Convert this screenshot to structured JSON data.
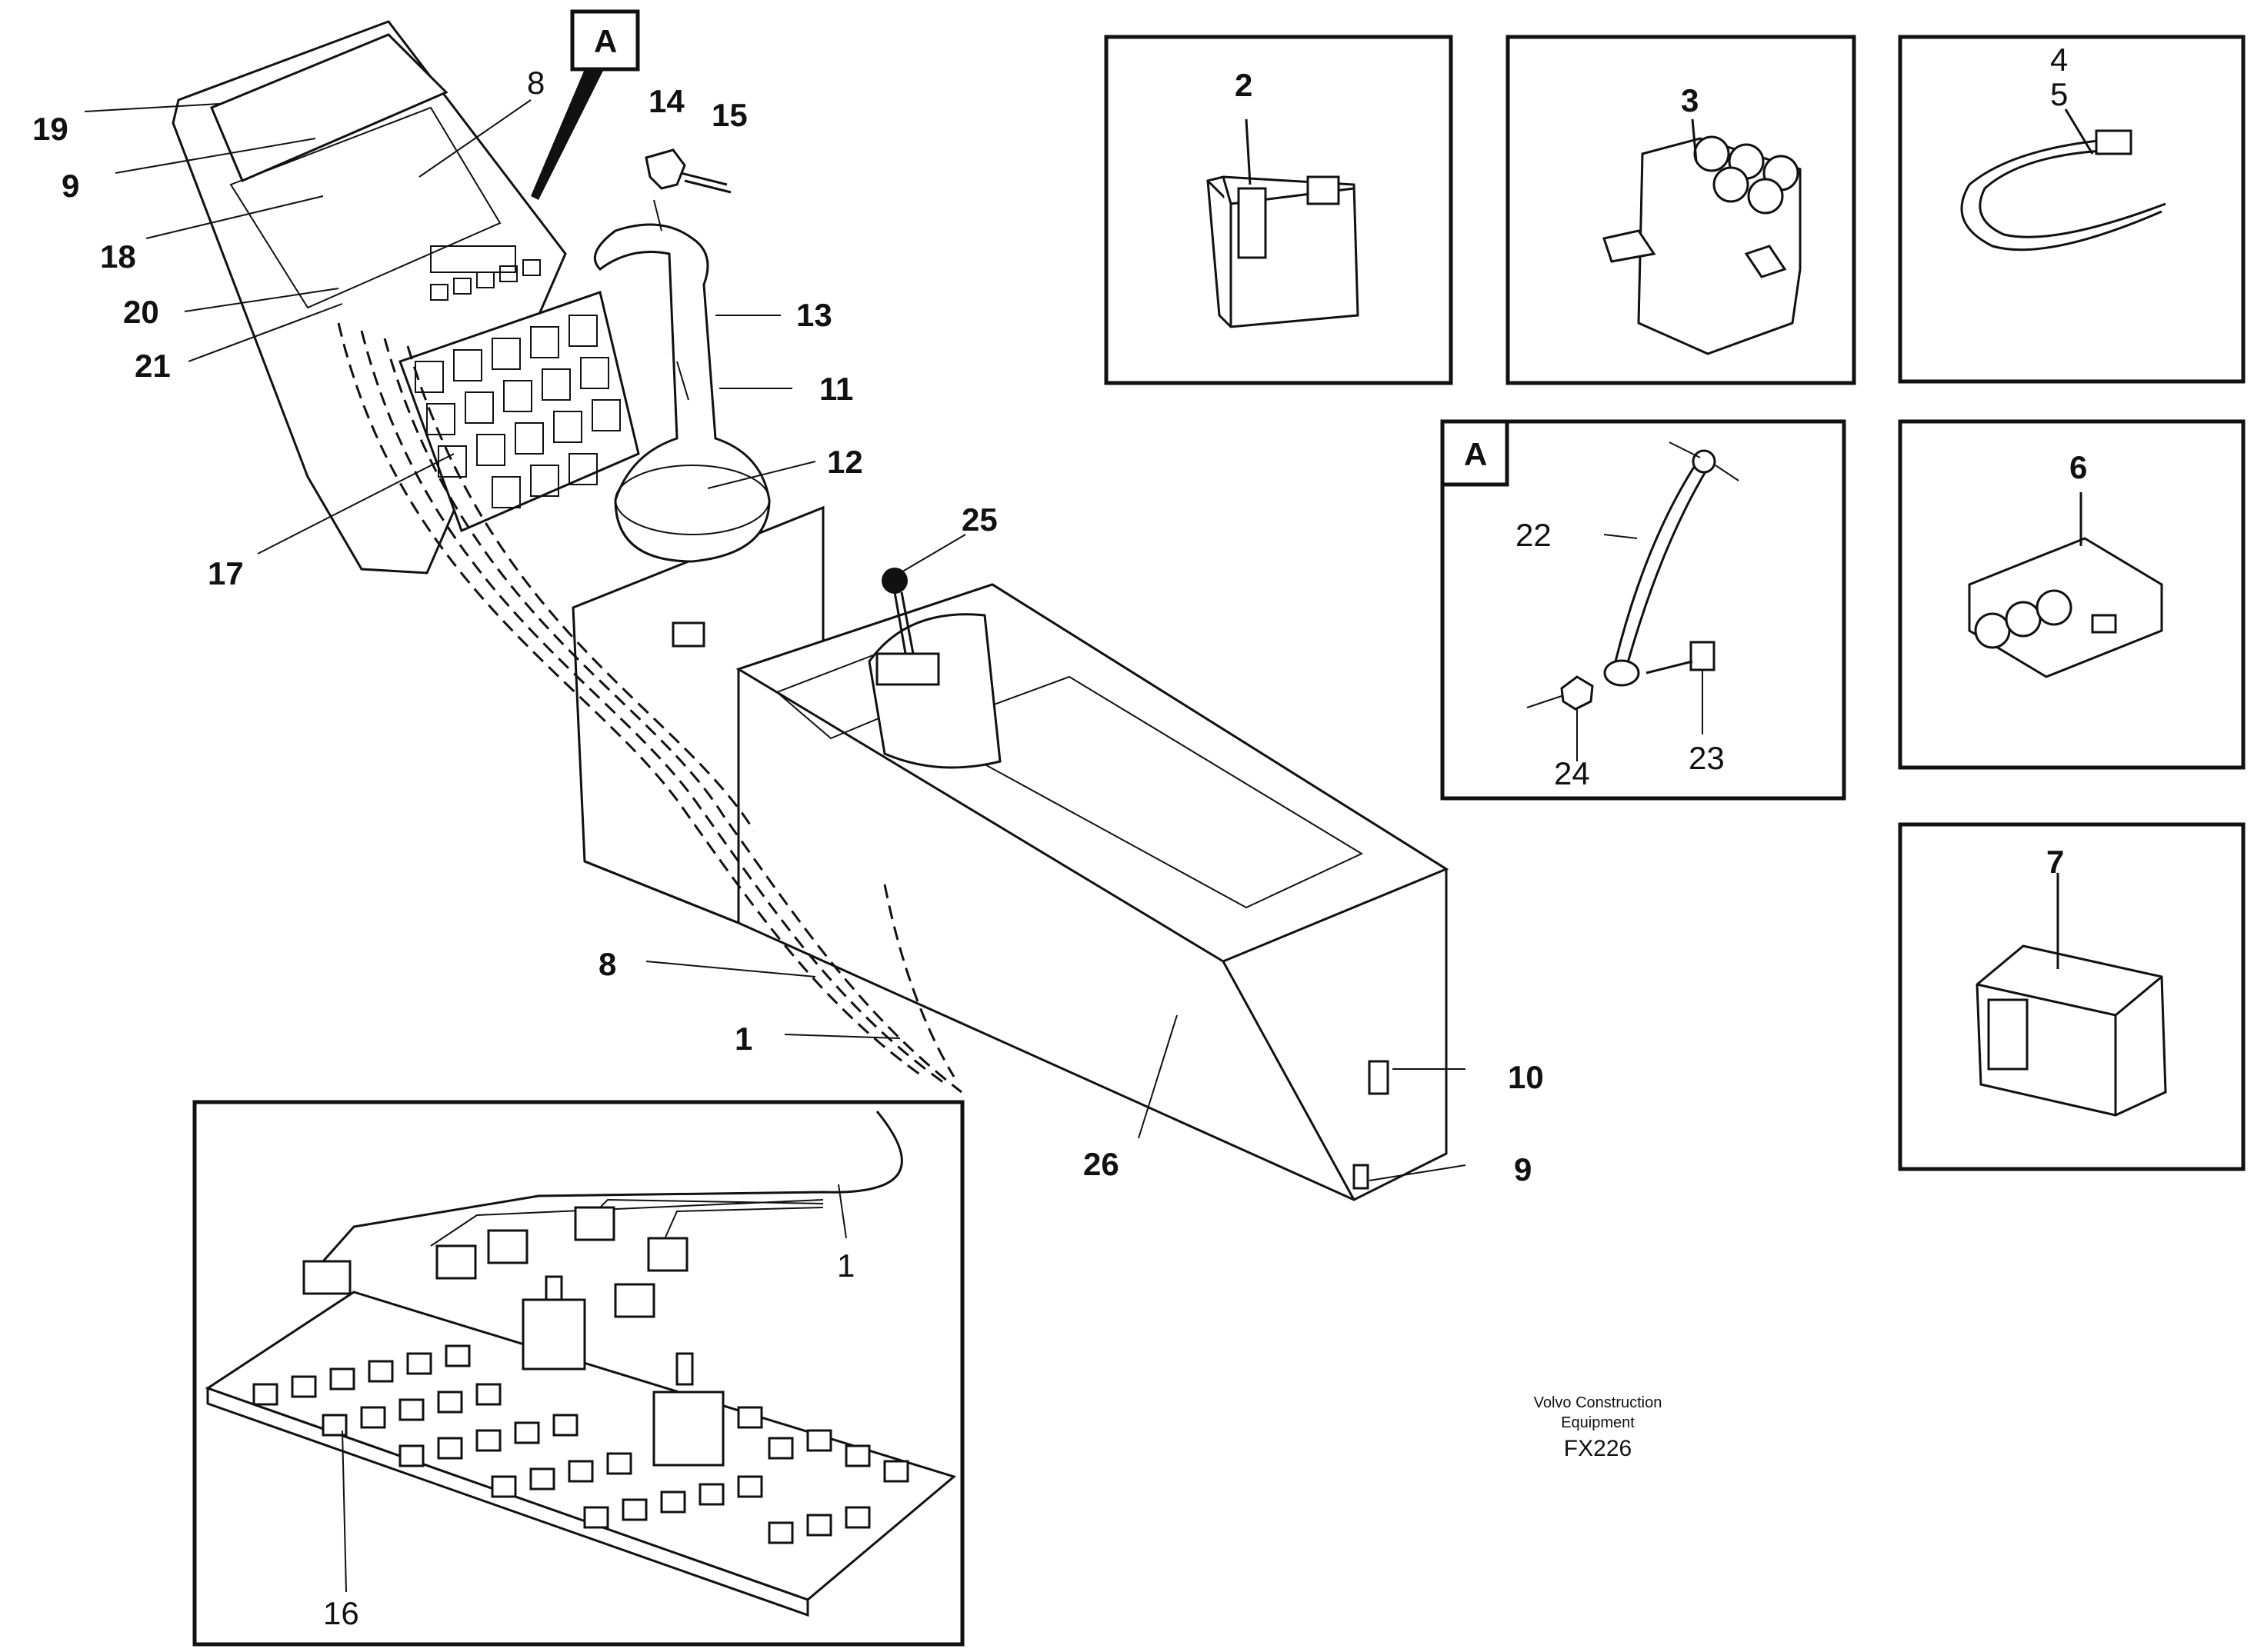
{
  "callouts": {
    "c1a": "1",
    "c1b": "1",
    "c2": "2",
    "c3": "3",
    "c4": "4",
    "c5": "5",
    "c6": "6",
    "c7": "7",
    "c8a": "8",
    "c8b": "8",
    "c9a": "9",
    "c9b": "9",
    "c10": "10",
    "c11": "11",
    "c12": "12",
    "c13": "13",
    "c14": "14",
    "c15": "15",
    "c16": "16",
    "c17": "17",
    "c18": "18",
    "c19": "19",
    "c20": "20",
    "c21": "21",
    "c22": "22",
    "c23": "23",
    "c24": "24",
    "c25": "25",
    "c26": "26"
  },
  "detail_marker": "A",
  "caption": {
    "line1": "Volvo Construction",
    "line2": "Equipment",
    "code": "FX226"
  }
}
